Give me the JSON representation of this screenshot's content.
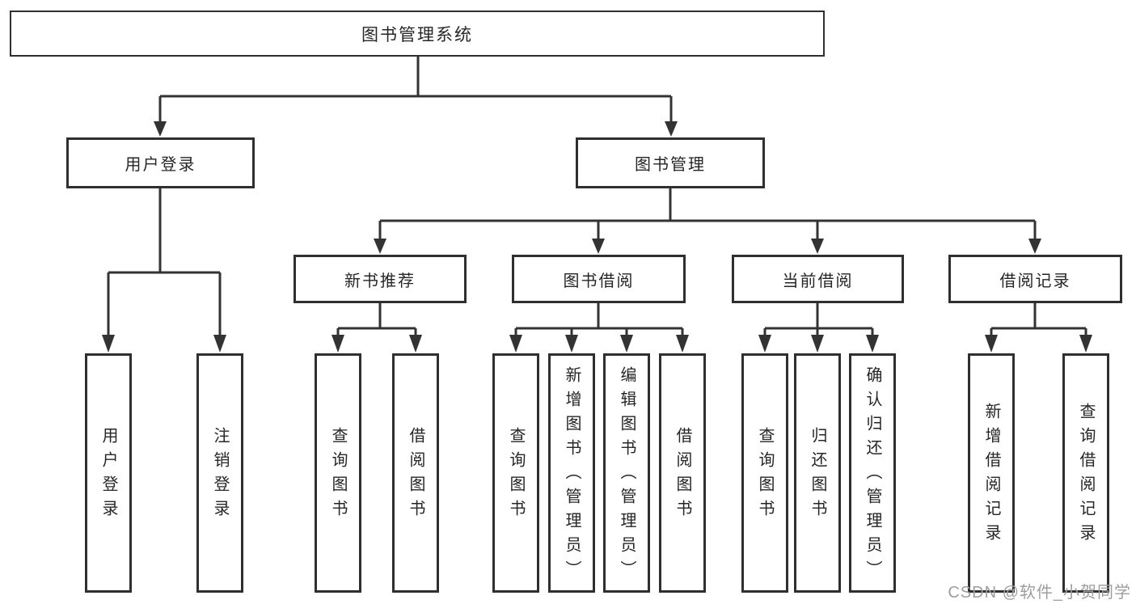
{
  "diagram_type": "org-tree",
  "colors": {
    "line": "#333333",
    "box_border": "#2f2f2f",
    "box_fill": "#ffffff",
    "text": "#262626",
    "watermark": "#9e9e9e",
    "background": "#ffffff"
  },
  "watermark": {
    "text": "CSDN @软件_小贺同学"
  },
  "tree": {
    "root": {
      "label": "图书管理系统"
    },
    "children": [
      {
        "label": "用户登录",
        "children": [
          {
            "label": "用户登录"
          },
          {
            "label": "注销登录"
          }
        ]
      },
      {
        "label": "图书管理",
        "children": [
          {
            "label": "新书推荐",
            "children": [
              {
                "label": "查询图书"
              },
              {
                "label": "借阅图书"
              }
            ]
          },
          {
            "label": "图书借阅",
            "children": [
              {
                "label": "查询图书"
              },
              {
                "label": "新增图书（管理员）"
              },
              {
                "label": "编辑图书（管理员）"
              },
              {
                "label": "借阅图书"
              }
            ]
          },
          {
            "label": "当前借阅",
            "children": [
              {
                "label": "查询图书"
              },
              {
                "label": "归还图书"
              },
              {
                "label": "确认归还（管理员）"
              }
            ]
          },
          {
            "label": "借阅记录",
            "children": [
              {
                "label": "新增借阅记录"
              },
              {
                "label": "查询借阅记录"
              }
            ]
          }
        ]
      }
    ]
  }
}
